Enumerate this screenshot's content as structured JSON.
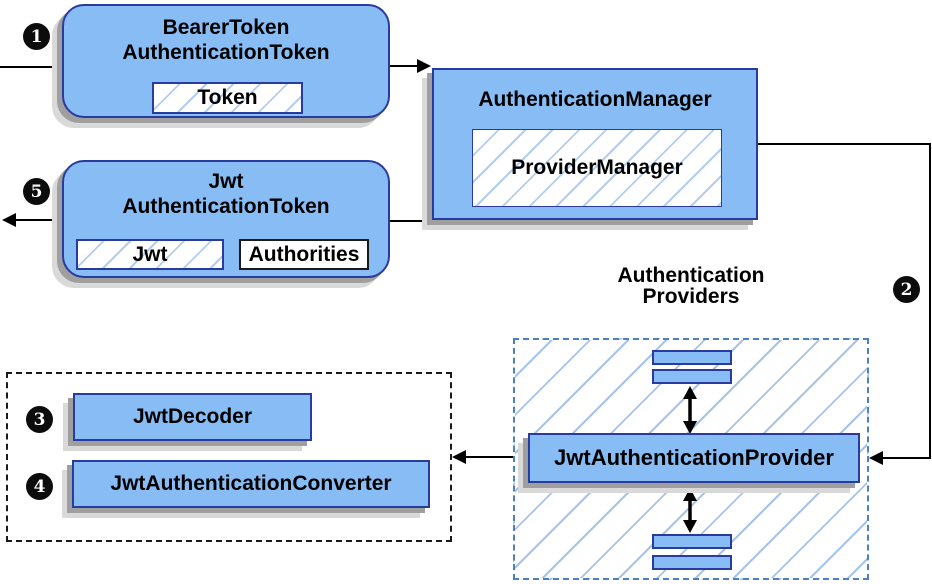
{
  "diagram": {
    "subject": "Spring Security JWT authentication flow"
  },
  "nodes": {
    "bearer_token": {
      "title_line1": "BearerToken",
      "title_line2": "AuthenticationToken",
      "chip_token": "Token"
    },
    "authentication_manager": {
      "title": "AuthenticationManager",
      "chip_provider_manager": "ProviderManager"
    },
    "jwt_authentication_token": {
      "title_line1": "Jwt",
      "title_line2": "AuthenticationToken",
      "chip_jwt": "Jwt",
      "chip_authorities": "Authorities"
    },
    "jwt_authentication_provider": {
      "title": "JwtAuthenticationProvider"
    },
    "jwt_decoder": {
      "title": "JwtDecoder"
    },
    "jwt_authentication_converter": {
      "title": "JwtAuthenticationConverter"
    }
  },
  "labels": {
    "providers_line1": "Authentication",
    "providers_line2": "Providers"
  },
  "badges": {
    "step1": "1",
    "step2": "2",
    "step3": "3",
    "step4": "4",
    "step5": "5"
  },
  "colors": {
    "node_fill": "#87bcf4",
    "node_stroke": "#2a3b9f",
    "hatch_line": "#b3cdf2",
    "providers_dash": "#4e7fc0",
    "black_dash": "#1a1a1a",
    "shadow_dark": "#9f9f9f",
    "shadow_light": "#d9d9d9",
    "arrow": "#000000",
    "badge_bg": "#0c0c0c",
    "badge_text": "#ffffff"
  }
}
